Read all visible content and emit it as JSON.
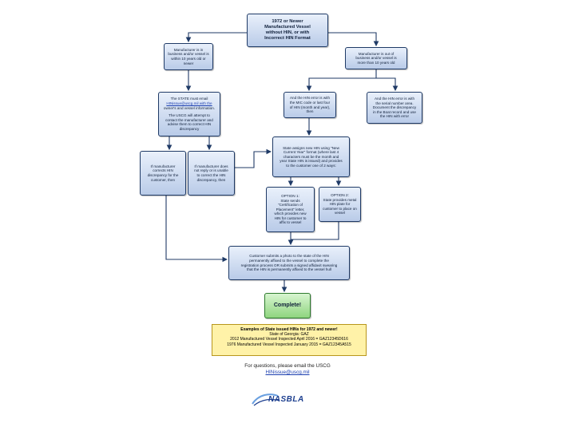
{
  "nodes": {
    "start": [
      "1972 or Newer",
      "Manufactured Vessel",
      "without HIN, or with",
      "Incorrect HIN Format"
    ],
    "mfr_in_business": [
      "Manufacturer is in",
      "business and/or vessel is",
      "within 10 years old or",
      "newer"
    ],
    "mfr_out_of_business": [
      "Manufacturer is out of",
      "business and/or vessel is",
      "more than 10 years old"
    ],
    "state_email": [
      "The STATE must email",
      "HINissue@uscg.mil with the",
      "owner's and vessel information.",
      "",
      "The USCG will attempt to",
      "contact the manufacturer and",
      "advise them to correct HIN",
      "discrepancy"
    ],
    "hin_error_pic": [
      "And the HIN error is with",
      "the MIC code or last four",
      "of HIN (month and year),",
      "then"
    ],
    "hin_error_serial": [
      "And the HIN error is with",
      "the serial number area.",
      "Document the discrepancy",
      "in the Boat record and use",
      "the HIN with error"
    ],
    "mfr_corrects": [
      "If manufacturer",
      "corrects HIN",
      "discrepancy for the",
      "customer, then"
    ],
    "mfr_unable": [
      "If manufacturer does",
      "not reply or is unable",
      "to correct the HIN",
      "discrepancy, then"
    ],
    "state_assigns": [
      "State assigns new HIN using \"New",
      "Current Year\" format (where last 4",
      "characters must be the month and",
      "year State HIN is issued) and provides",
      "to the customer one of 2 ways:"
    ],
    "option1": [
      "OPTION 1:",
      "State sends",
      "\"Certification of",
      "Placement\" letter,",
      "which provides new",
      "HIN for customer to",
      "affix to vessel"
    ],
    "option2": [
      "OPTION 2:",
      "State provides metal",
      "HIN plate for",
      "customer to place on",
      "vessel"
    ],
    "customer_submits": [
      "Customer submits a photo to the state of the HIN",
      "permanently affixed to the vessel to complete the",
      "registration process OR submits a signed affidavit swearing",
      "that the HIN is permanently affixed to the vessel hull"
    ],
    "complete": [
      "Complete!"
    ]
  },
  "examples": {
    "heading": "Examples of State issued HINs for 1972 and newer!",
    "lines": [
      "State of Georgia: GAZ",
      "2012 Manufactured Vessel Inspected April 2016 = GAZ12345D616",
      "1976 Manufactured Vessel Inspected January 2015 = GAZ12345A515"
    ]
  },
  "footer": {
    "question": "For questions, please email the USCG",
    "email": "HINissue@uscg.mil",
    "logo": "NASBLA"
  },
  "colors": {
    "box_fill_top": "#e9f0fb",
    "box_fill_bottom": "#b9cbe8",
    "box_border": "#1f3a66",
    "complete_fill": "#8fd57f",
    "examples_fill": "#fff2a8",
    "arrow": "#1f3a66"
  }
}
